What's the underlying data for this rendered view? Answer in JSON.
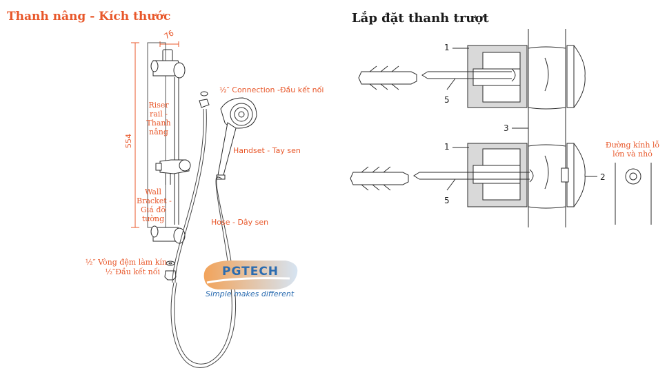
{
  "left_panel": {
    "title": "Thanh nâng - Kích thước",
    "dim_width": "76",
    "dim_height": "554",
    "labels": {
      "riser_rail": [
        "Riser",
        "rail -",
        "Thanh",
        "nâng"
      ],
      "wall_bracket": [
        "Wall",
        "Bracket -",
        "Giá đỡ",
        "tường"
      ],
      "connection": "½″ Connection -Đầu kết nối",
      "handset": "Handset - Tay sen",
      "hose": "Hose - Dây sen",
      "washer": "½″ Vòng đệm làm kín",
      "connector": "½″Đầu kết nối"
    }
  },
  "logo": {
    "name": "PGTECH",
    "tagline": "Simple makes different"
  },
  "right_panel": {
    "title": "Lắp đặt thanh trượt",
    "callouts": {
      "top_1": "1",
      "top_5": "5",
      "mid_3": "3",
      "bot_1": "1",
      "bot_5": "5",
      "side_2": "2"
    },
    "hole_label": [
      "Đường kính lỗ",
      "lớn và nhỏ"
    ]
  },
  "colors": {
    "accent": "#e8572a",
    "line": "#2a2a2a",
    "wall_fill": "#d9d9d9",
    "logo_blue": "#2b6cb0"
  }
}
